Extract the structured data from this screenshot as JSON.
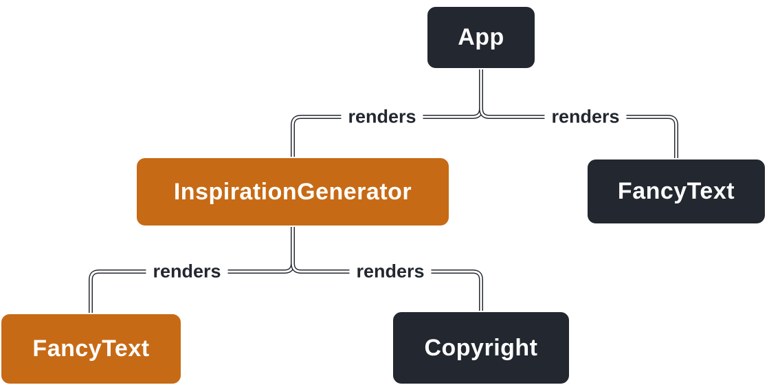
{
  "diagram": {
    "title": "render-tree",
    "background": "#FFFFFF",
    "colors": {
      "dark_node_fill": "#23272F",
      "orange_node_fill": "#C76A15",
      "node_text": "#FFFFFF",
      "node_border": "#FFFFFF",
      "edge_core": "#FFFFFF",
      "edge_outline": "#23272F",
      "edge_label_text": "#23272F"
    },
    "nodes": [
      {
        "id": "app",
        "label": "App",
        "variant": "dark"
      },
      {
        "id": "inspiration-generator",
        "label": "InspirationGenerator",
        "variant": "orange"
      },
      {
        "id": "fancy-text-right",
        "label": "FancyText",
        "variant": "dark"
      },
      {
        "id": "fancy-text-left",
        "label": "FancyText",
        "variant": "orange"
      },
      {
        "id": "copyright",
        "label": "Copyright",
        "variant": "dark"
      }
    ],
    "edges": [
      {
        "from": "App",
        "to": "InspirationGenerator",
        "label": "renders"
      },
      {
        "from": "App",
        "to": "FancyText",
        "label": "renders"
      },
      {
        "from": "InspirationGenerator",
        "to": "FancyText",
        "label": "renders"
      },
      {
        "from": "InspirationGenerator",
        "to": "Copyright",
        "label": "renders"
      }
    ]
  }
}
